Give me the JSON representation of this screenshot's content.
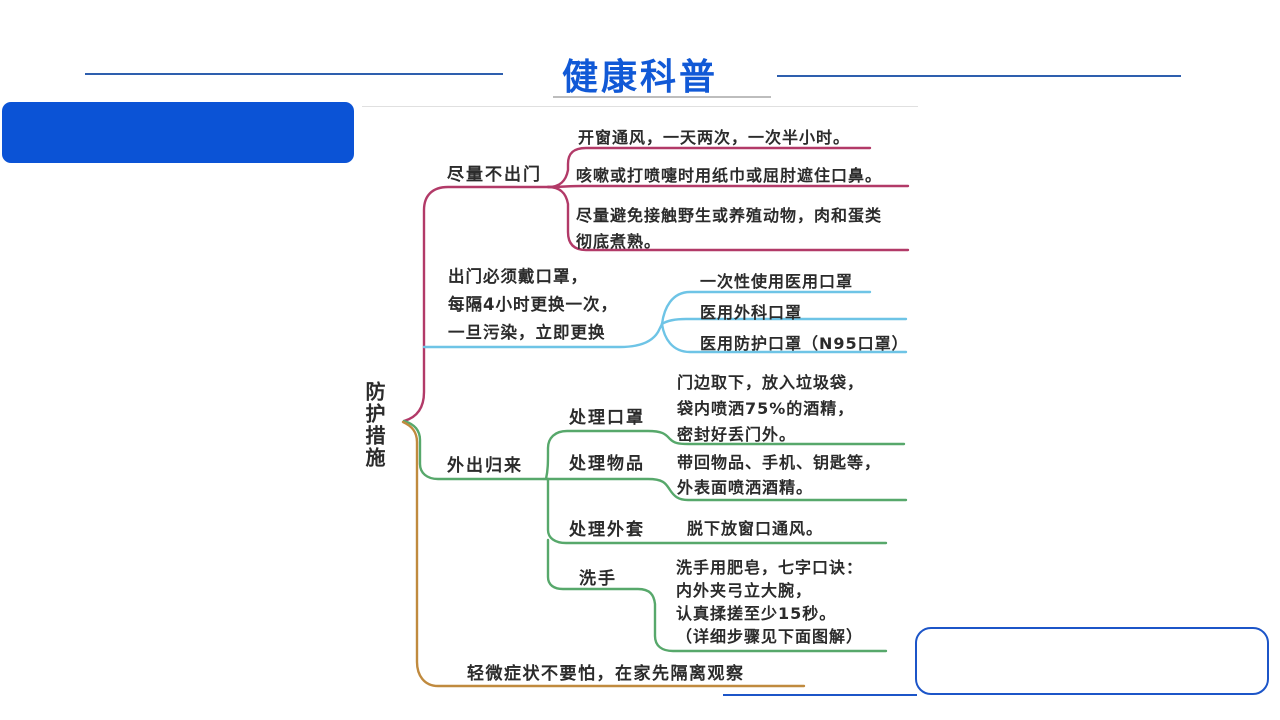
{
  "header": {
    "title": "健康科普"
  },
  "colors": {
    "title_blue": "#1159d6",
    "sidebar_bar_blue": "#0b53d6",
    "header_line_blue": "#2e5fae",
    "footer_blue": "#1c55c8",
    "logo_blue": "#2256c4",
    "branch_stay_home": "#b23a68",
    "branch_masks": "#6ec4e6",
    "branch_return": "#57a86b",
    "branch_symptoms": "#c08a3e",
    "text_dark": "#2b2b2b"
  },
  "mindmap": {
    "root": "防护措施",
    "stay_home": {
      "label": "尽量不出门",
      "c1": "开窗通风，一天两次，一次半小时。",
      "c2": "咳嗽或打喷嚏时用纸巾或屈肘遮住口鼻。",
      "c3": "尽量避免接触野生或养殖动物，肉和蛋类\n彻底煮熟。"
    },
    "masks": {
      "label": "出门必须戴口罩，\n每隔4小时更换一次，\n一旦污染，立即更换",
      "c1": "一次性使用医用口罩",
      "c2": "医用外科口罩",
      "c3": "医用防护口罩（N95口罩）"
    },
    "return_home": {
      "label": "外出归来",
      "mask": {
        "label": "处理口罩",
        "text": "门边取下，放入垃圾袋，\n袋内喷洒75%的酒精，\n密封好丢门外。"
      },
      "items": {
        "label": "处理物品",
        "text": "带回物品、手机、钥匙等，\n外表面喷洒酒精。"
      },
      "coat": {
        "label": "处理外套",
        "text": "脱下放窗口通风。"
      },
      "wash": {
        "label": "洗手",
        "text": "洗手用肥皂，七字口诀：\n内外夹弓立大腕，\n认真揉搓至少15秒。\n（详细步骤见下面图解）"
      }
    },
    "symptoms": {
      "label": "轻微症状不要怕，在家先隔离观察"
    }
  },
  "footer": {
    "logo_icon": "wheat-emblem-icon"
  }
}
